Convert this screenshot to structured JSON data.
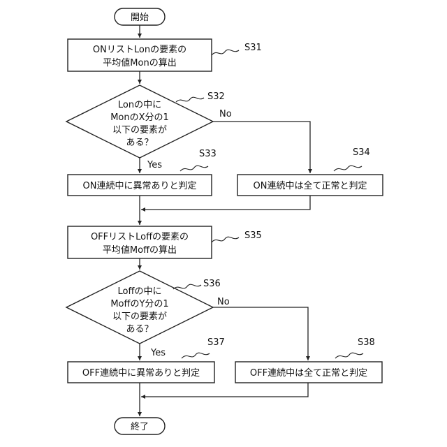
{
  "start": {
    "label": "開始"
  },
  "end": {
    "label": "終了"
  },
  "steps": {
    "s31": {
      "id": "S31",
      "lines": [
        "ONリストLonの要素の",
        "平均値Monの算出"
      ]
    },
    "s32": {
      "id": "S32",
      "lines": [
        "Lonの中に",
        "MonのX分の1",
        "以下の要素が",
        "ある？"
      ],
      "yes": "Yes",
      "no": "No"
    },
    "s33": {
      "id": "S33",
      "lines": [
        "ON連続中に異常ありと判定"
      ]
    },
    "s34": {
      "id": "S34",
      "lines": [
        "ON連続中は全て正常と判定"
      ]
    },
    "s35": {
      "id": "S35",
      "lines": [
        "OFFリストLoffの要素の",
        "平均値Moffの算出"
      ]
    },
    "s36": {
      "id": "S36",
      "lines": [
        "Loffの中に",
        "MoffのY分の1",
        "以下の要素が",
        "ある？"
      ],
      "yes": "Yes",
      "no": "No"
    },
    "s37": {
      "id": "S37",
      "lines": [
        "OFF連続中に異常ありと判定"
      ]
    },
    "s38": {
      "id": "S38",
      "lines": [
        "OFF連続中は全て正常と判定"
      ]
    }
  }
}
